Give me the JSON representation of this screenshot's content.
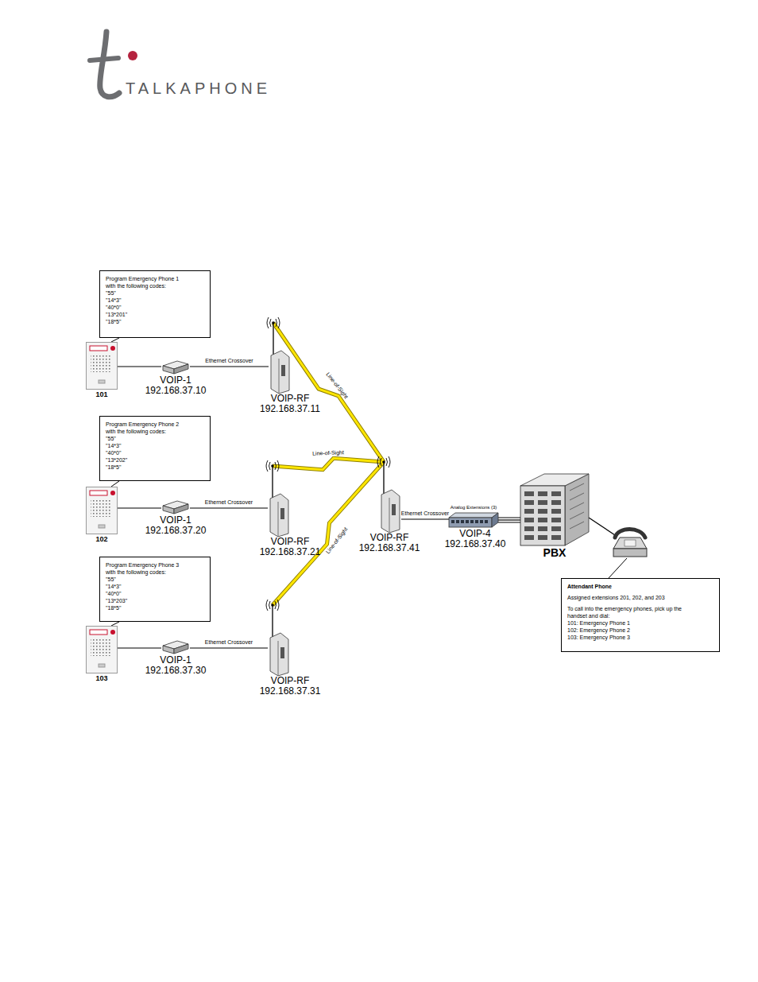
{
  "diagram": {
    "nodes": [
      {
        "text": [
          "Program Emergency Phone 1 with the following codes:",
          "\"55\"",
          "\"14*3\"",
          "\"40*0\"",
          "\"13*201\"",
          "\"18*5\""
        ]
      },
      {
        "text": [
          "101"
        ]
      },
      {
        "text": [
          "VOIP-1",
          "192.168.37.10"
        ]
      },
      {
        "text": [
          "VOIP-RF",
          "192.168.37.11"
        ]
      },
      {
        "text": [
          "Program Emergency Phone 2 with the following codes:",
          "\"55\"",
          "\"14*3\"",
          "\"40*0\"",
          "\"13*202\"",
          "\"18*5\""
        ]
      },
      {
        "text": [
          "102"
        ]
      },
      {
        "text": [
          "VOIP-1",
          "192.168.37.20"
        ]
      },
      {
        "text": [
          "VOIP-RF",
          "192.168.37.21"
        ]
      },
      {
        "text": [
          "Program Emergency Phone 3 with the following codes:",
          "\"55\"",
          "\"14*3\"",
          "\"40*0\"",
          "\"13*203\"",
          "\"18*5\""
        ]
      },
      {
        "text": [
          "103"
        ]
      },
      {
        "text": [
          "VOIP-1",
          "192.168.37.30"
        ]
      },
      {
        "text": [
          "VOIP-RF",
          "192.168.37.31"
        ]
      },
      {
        "text": [
          "VOIP-RF",
          "192.168.37.41"
        ]
      },
      {
        "text": [
          "VOIP-4",
          "192.168.37.40"
        ]
      },
      {
        "text": [
          "PBX"
        ]
      },
      {
        "text": [
          "Attendant Phone",
          "Assigned extensions 201, 202, and 203",
          "To call into the emergency phones, pick up the handset and dial:",
          "101: Emergency Phone 1",
          "102: Emergency Phone 2",
          "103: Emergency Phone 3"
        ]
      }
    ],
    "edges": [
      {
        "from": 0,
        "to": 1,
        "arrow": "none"
      },
      {
        "from": 1,
        "to": 2,
        "arrow": "none"
      },
      {
        "from": 2,
        "to": 3,
        "label": "Ethernet Crossover",
        "arrow": "none"
      },
      {
        "from": 3,
        "to": 12,
        "label": "Line-of-Sight",
        "arrow": "none"
      },
      {
        "from": 4,
        "to": 5,
        "arrow": "none"
      },
      {
        "from": 5,
        "to": 6,
        "arrow": "none"
      },
      {
        "from": 6,
        "to": 7,
        "label": "Ethernet Crossover",
        "arrow": "none"
      },
      {
        "from": 7,
        "to": 12,
        "label": "Line-of-Sight",
        "arrow": "none"
      },
      {
        "from": 8,
        "to": 9,
        "arrow": "none"
      },
      {
        "from": 9,
        "to": 10,
        "arrow": "none"
      },
      {
        "from": 10,
        "to": 11,
        "label": "Ethernet Crossover",
        "arrow": "none"
      },
      {
        "from": 11,
        "to": 12,
        "label": "Line-of-Sight",
        "arrow": "none"
      },
      {
        "from": 12,
        "to": 13,
        "label": "Ethernet Crossover",
        "arrow": "none"
      },
      {
        "from": 13,
        "to": 14,
        "label": "Analog Extensions (3)",
        "arrow": "none"
      }
    ],
    "labels": [
      "TALKAPHONE"
    ]
  }
}
